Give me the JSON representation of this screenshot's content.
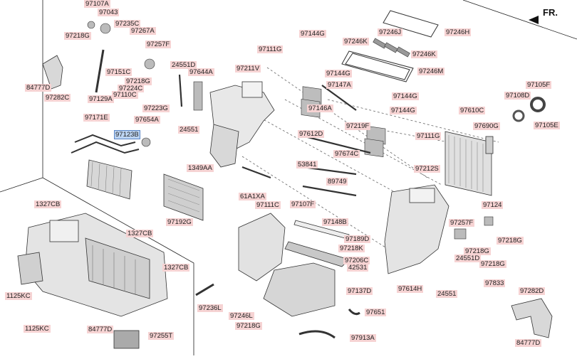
{
  "direction_label": "FR.",
  "highlight_color": "#bcd4f2",
  "label_bg_color": "#f6d3d3",
  "labels": {
    "l97107A": "97107A",
    "l97043": "97043",
    "l97218G_a": "97218G",
    "l97235C": "97235C",
    "l97267A": "97267A",
    "l97257F_a": "97257F",
    "l97151C": "97151C",
    "l97218G_b": "97218G",
    "l97224C": "97224C",
    "l97110C": "97110C",
    "l97129A": "97129A",
    "l97223G": "97223G",
    "l84777D_a": "84777D",
    "l97282C": "97282C",
    "l24551D_a": "24551D",
    "l97644A": "97644A",
    "l24551_a": "24551",
    "l97171E": "97171E",
    "l97654A": "97654A",
    "l97123B": "97123B",
    "l97111G_a": "97111G",
    "l97211V": "97211V",
    "l97144G_a": "97144G",
    "l97144G_b": "97144G",
    "l97246J": "97246J",
    "l97246K_a": "97246K",
    "l97246K_b": "97246K",
    "l97246H": "97246H",
    "l97246M": "97246M",
    "l97147A": "97147A",
    "l97144G_c": "97144G",
    "l97144G_d": "97144G",
    "l97146A": "97146A",
    "l97612D": "97612D",
    "l97219F": "97219F",
    "l97674C": "97674C",
    "l97610C": "97610C",
    "l97690G": "97690G",
    "l97105F": "97105F",
    "l97108D": "97108D",
    "l97105E": "97105E",
    "l97111G_b": "97111G",
    "l97212S": "97212S",
    "l1349AA": "1349AA",
    "l53841": "53841",
    "l89749": "89749",
    "l61A1XA": "61A1XA",
    "l97111C": "97111C",
    "l97107F": "97107F",
    "l97148B": "97148B",
    "l97192G": "97192G",
    "l97124": "97124",
    "l97257F_b": "97257F",
    "l97218G_c": "97218G",
    "l1327CB_a": "1327CB",
    "l1327CB_b": "1327CB",
    "l1327CB_c": "1327CB",
    "l97189D": "97189D",
    "l97218K": "97218K",
    "l97206C": "97206C",
    "l42531": "42531",
    "l97218G_d": "97218G",
    "l24551D_b": "24551D",
    "l97218G_e": "97218G",
    "l97614H": "97614H",
    "l24551_b": "24551",
    "l97833": "97833",
    "l97137D": "97137D",
    "l1125KC_a": "1125KC",
    "l1125KC_b": "1125KC",
    "l97236L": "97236L",
    "l97246L": "97246L",
    "l97218G_f": "97218G",
    "l97651": "97651",
    "l97282D": "97282D",
    "l84777D_b": "84777D",
    "l84777D_c": "84777D",
    "l97255T": "97255T",
    "l97913A": "97913A"
  }
}
